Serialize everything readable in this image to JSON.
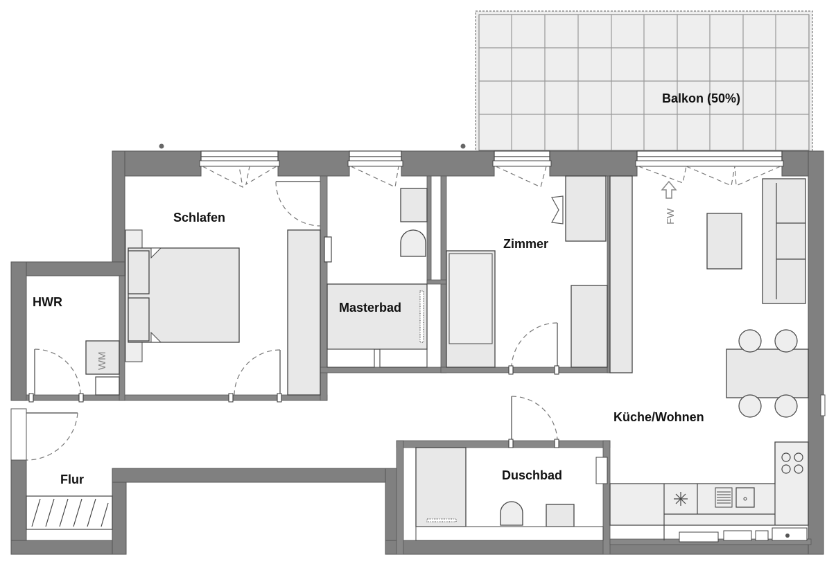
{
  "rooms": {
    "balkon": "Balkon (50%)",
    "schlafen": "Schlafen",
    "hwr": "HWR",
    "masterbad": "Masterbad",
    "zimmer": "Zimmer",
    "kueche_wohnen": "Küche/Wohnen",
    "duschbad": "Duschbad",
    "flur": "Flur"
  },
  "symbols": {
    "washing_machine": "WM",
    "fire_escape": "FW"
  }
}
